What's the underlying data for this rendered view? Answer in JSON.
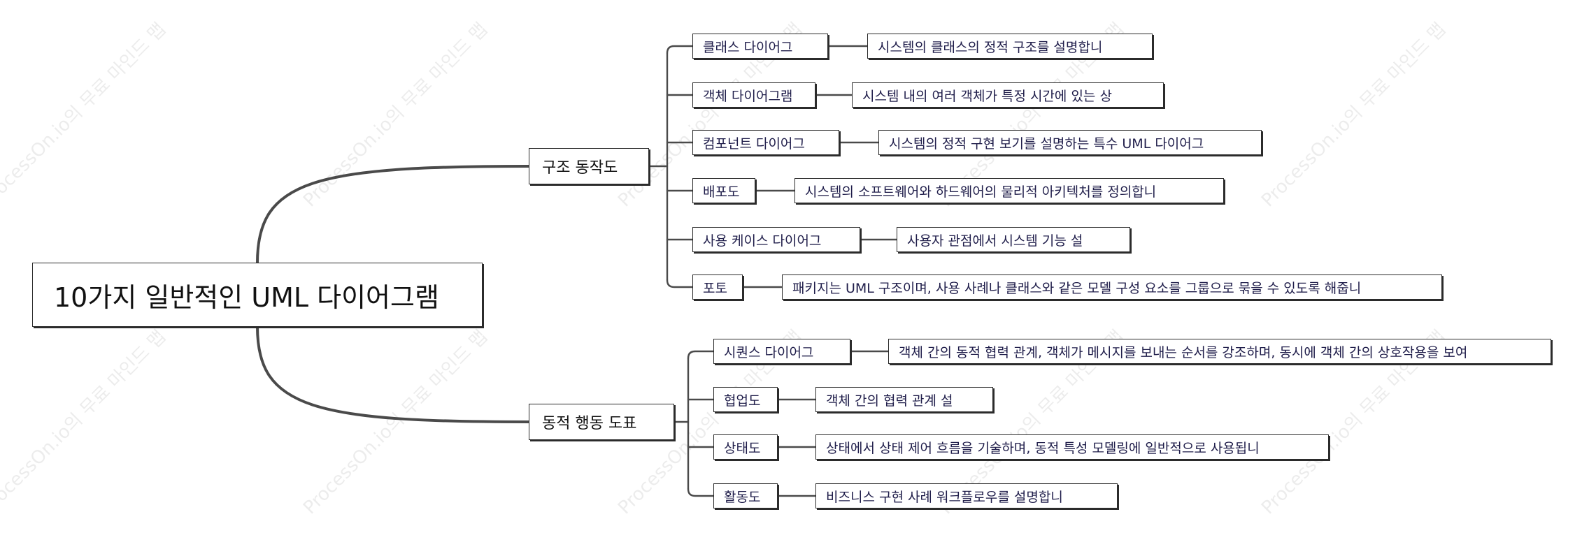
{
  "title": "10가지 일반적인 UML 다이어그램",
  "watermark": "ProcessOn.io의 무료 마인드 맵",
  "colors": {
    "line": "#4a4a4a",
    "box_border": "#2b2b2b",
    "text": "#1f1d4a"
  },
  "branches": [
    {
      "label": "구조 동작도",
      "items": [
        {
          "label": "클래스 다이어그",
          "desc": "시스템의 클래스의 정적 구조를 설명합니"
        },
        {
          "label": "객체 다이어그램",
          "desc": "시스템 내의 여러 객체가 특정 시간에 있는 상"
        },
        {
          "label": "컴포넌트 다이어그",
          "desc": "시스템의 정적 구현 보기를 설명하는 특수 UML 다이어그"
        },
        {
          "label": "배포도",
          "desc": "시스템의 소프트웨어와 하드웨어의 물리적 아키텍처를 정의합니"
        },
        {
          "label": "사용 케이스 다이어그",
          "desc": "사용자 관점에서 시스템 기능 설"
        },
        {
          "label": "포토",
          "desc": "패키지는 UML 구조이며, 사용 사례나 클래스와 같은 모델 구성 요소를 그룹으로 묶을 수 있도록 해줍니"
        }
      ]
    },
    {
      "label": "동적 행동 도표",
      "items": [
        {
          "label": "시퀀스 다이어그",
          "desc": "객체 간의 동적 협력 관계, 객체가 메시지를 보내는 순서를 강조하며, 동시에 객체 간의 상호작용을 보여"
        },
        {
          "label": "협업도",
          "desc": "객체 간의 협력 관계 설"
        },
        {
          "label": "상태도",
          "desc": "상태에서 상태 제어 흐름을 기술하며, 동적 특성 모델링에 일반적으로 사용됩니"
        },
        {
          "label": "활동도",
          "desc": "비즈니스 구현 사례 워크플로우를 설명합니"
        }
      ]
    }
  ]
}
